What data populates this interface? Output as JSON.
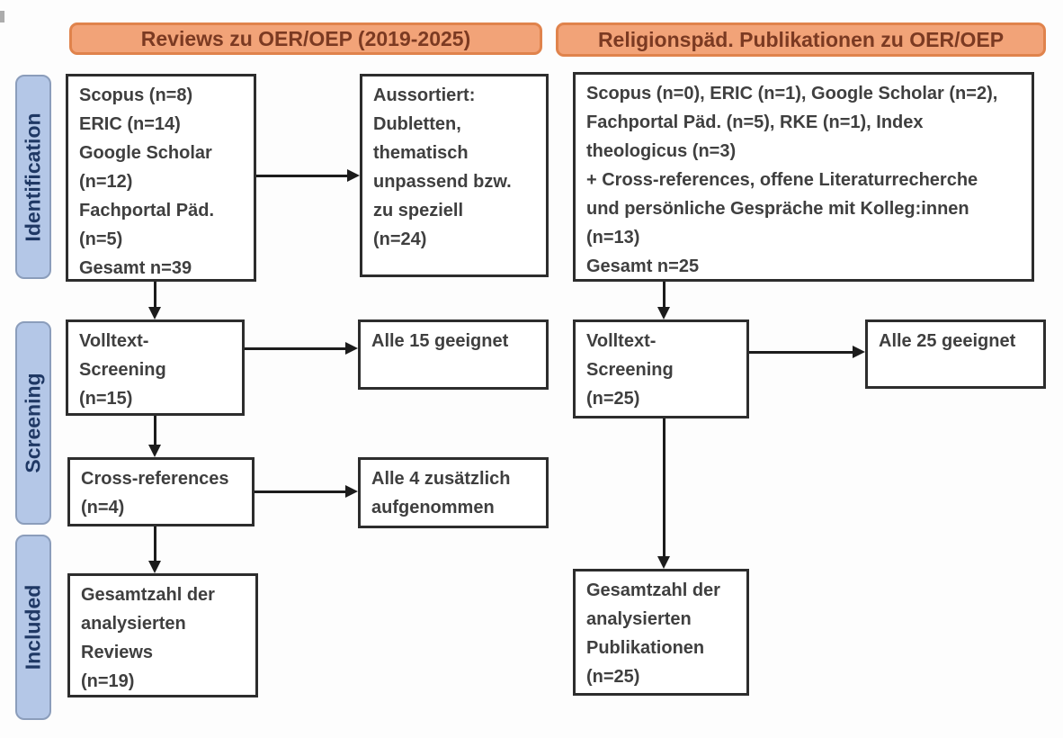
{
  "headers": {
    "left": "Reviews zu OER/OEP (2019-2025)",
    "right": "Religionspäd. Publikationen zu OER/OEP"
  },
  "stages": {
    "identification": "Identification",
    "screening": "Screening",
    "included": "Included"
  },
  "left": {
    "sources": "Scopus (n=8)\nERIC (n=14)\nGoogle Scholar\n(n=12)\nFachportal Päd.\n(n=5)\nGesamt n=39",
    "excluded": "Aussortiert:\nDubletten,\nthematisch\nunpassend bzw.\nzu speziell\n(n=24)",
    "fulltext": "Volltext-\nScreening\n(n=15)",
    "fulltext_result": "Alle 15 geeignet",
    "crossref": "Cross-references\n(n=4)",
    "crossref_result": "Alle 4 zusätzlich\naufgenommen",
    "total": "Gesamtzahl der\nanalysierten\nReviews\n(n=19)"
  },
  "right": {
    "sources": "Scopus (n=0), ERIC (n=1), Google Scholar (n=2),\nFachportal Päd. (n=5), RKE (n=1), Index\ntheologicus (n=3)\n+ Cross-references, offene Literaturrecherche\nund persönliche Gespräche mit Kolleg:innen\n(n=13)\nGesamt n=25",
    "fulltext": "Volltext-\nScreening\n(n=25)",
    "fulltext_result": "Alle 25 geeignet",
    "total": "Gesamtzahl der\nanalysierten\nPublikationen\n(n=25)"
  },
  "colors": {
    "header_fill": "#F2A378",
    "header_border": "#E0834C",
    "header_text": "#7B3A22",
    "stage_fill": "#B4C7E7",
    "stage_border": "#8B9DBB",
    "stage_text": "#1F3864",
    "box_border": "#2D2D2D",
    "box_text": "#3F3F3F",
    "arrow": "#1C1C1C"
  }
}
